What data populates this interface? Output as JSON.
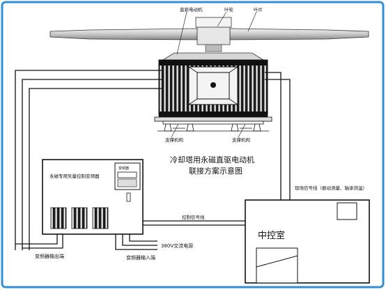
{
  "colors": {
    "frame_border": "#2f8fd8",
    "ink": "#111111",
    "motor_body": "#222222",
    "fins": "#ffffff"
  },
  "labels": {
    "motor": "直驱电动机",
    "hub": "叶轮",
    "blade": "叶片",
    "support_left": "支撑机构",
    "support_right": "支撑机构",
    "title_line1": "冷却塔用永磁直驱电动机",
    "title_line2": "联接方案示意图",
    "vfd_name": "永磁专用矢量控制变频器",
    "vfd_panel": "变频器",
    "control_signal": "控制信号线",
    "field_signal": "现场信号线（振动测量、轴承测温）",
    "control_room": "中控室",
    "vfd_output": "变频器输出端",
    "vfd_input": "变频器输入端",
    "power_380": "380V交流电源"
  }
}
